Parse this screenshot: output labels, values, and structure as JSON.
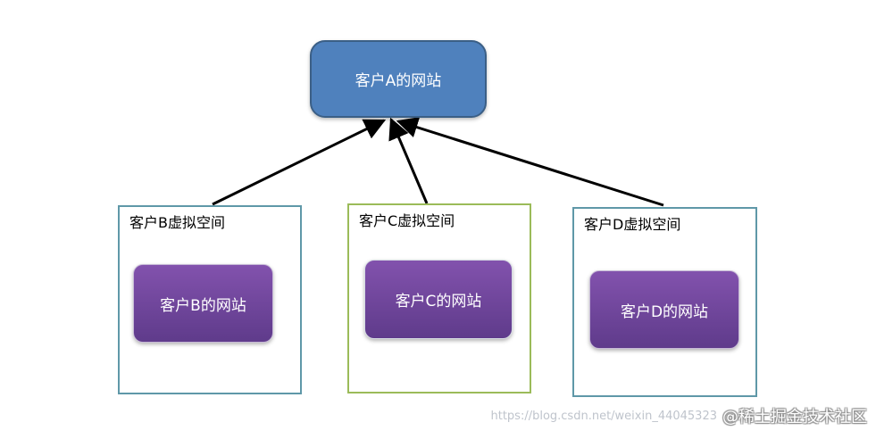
{
  "diagram": {
    "top_node": {
      "label": "客户A的网站"
    },
    "spaces": [
      {
        "label": "客户B虚拟空间",
        "site": "客户B的网站",
        "border_color": "#5f98a8"
      },
      {
        "label": "客户C虚拟空间",
        "site": "客户C的网站",
        "border_color": "#9bbb59"
      },
      {
        "label": "客户D虚拟空间",
        "site": "客户D的网站",
        "border_color": "#5f98a8"
      }
    ],
    "arrows": [
      {
        "from": "客户B虚拟空间",
        "to": "客户A的网站"
      },
      {
        "from": "客户C虚拟空间",
        "to": "客户A的网站"
      },
      {
        "from": "客户D虚拟空间",
        "to": "客户A的网站"
      }
    ]
  },
  "watermark": {
    "url": "https://blog.csdn.net/weixin_44045323",
    "brand": "@稀土掘金技术社区"
  },
  "colors": {
    "top_node_fill": "#4f81bd",
    "site_node_fill": "#7a4fa5",
    "arrow": "#000000"
  }
}
